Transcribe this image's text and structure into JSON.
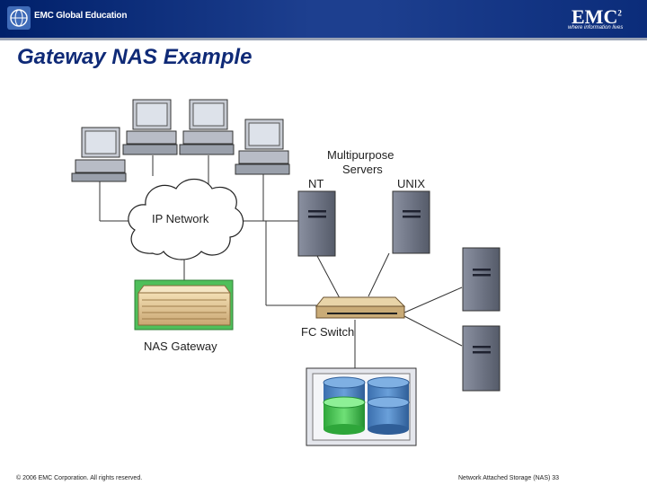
{
  "header": {
    "left_logo_text": "EMC Global Education",
    "right_logo_text": "EMC",
    "right_logo_sup": "2",
    "right_tagline": "where information lives"
  },
  "slide": {
    "title": "Gateway NAS Example"
  },
  "diagram": {
    "label_multipurpose_1": "Multipurpose",
    "label_multipurpose_2": "Servers",
    "label_nt": "NT",
    "label_unix": "UNIX",
    "label_ip_network": "IP Network",
    "label_fc_switch": "FC Switch",
    "label_nas_gateway": "NAS Gateway"
  },
  "footer": {
    "copyright": "© 2006 EMC Corporation. All rights reserved.",
    "course_page": "Network Attached Storage (NAS) 33"
  },
  "colors": {
    "title": "#0f2a77",
    "banner": "#1d3f8f",
    "gateway_green": "#4fbf5a",
    "server_gray": "#6f7585",
    "disk_blue": "#4c86c5",
    "disk_green": "#3ec24a"
  }
}
